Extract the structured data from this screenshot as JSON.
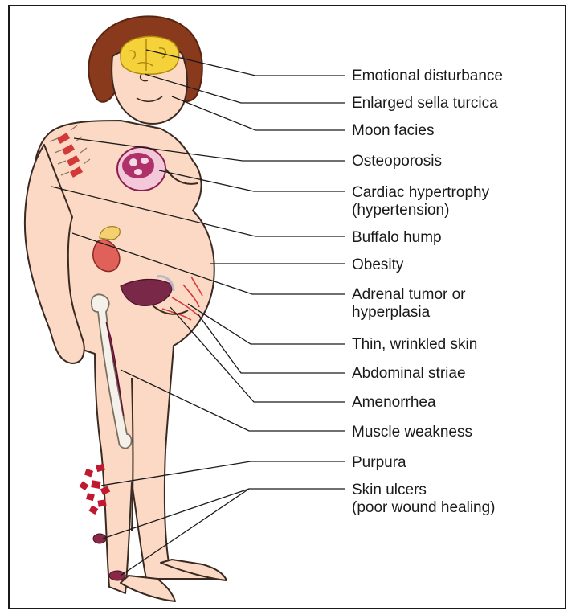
{
  "labels": {
    "emotional": "Emotional disturbance",
    "sella": "Enlarged sella turcica",
    "moon": "Moon facies",
    "osteo": "Osteoporosis",
    "cardiac_1": "Cardiac hypertrophy",
    "cardiac_2": "(hypertension)",
    "buffalo": "Buffalo hump",
    "obesity": "Obesity",
    "adrenal_1": "Adrenal tumor or",
    "adrenal_2": "hyperplasia",
    "thin": "Thin, wrinkled skin",
    "striae": "Abdominal striae",
    "amenorrhea": "Amenorrhea",
    "muscle": "Muscle weakness",
    "purpura": "Purpura",
    "ulcers_1": "Skin ulcers",
    "ulcers_2": "(poor wound healing)"
  },
  "colors": {
    "skin": "#fbd9c4",
    "outline": "#3a2a22",
    "hair": "#8a3a1c",
    "brain": "#f6d23a",
    "heart": "#b0306a",
    "kidney": "#e0605a",
    "adrenal": "#f4d070",
    "muscle": "#9a3050",
    "bone": "#f4f1ea",
    "spine": "#d23a3a",
    "purpura": "#c01830",
    "striae": "#d83a3a"
  }
}
